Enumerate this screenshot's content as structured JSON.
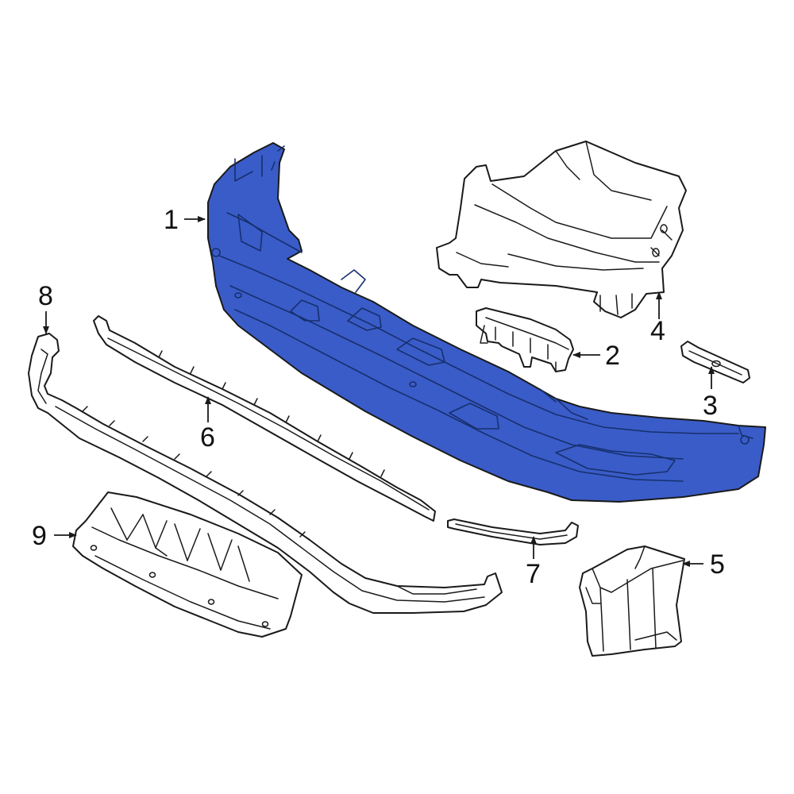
{
  "diagram": {
    "highlight_color": "#3a5cc8",
    "callouts": [
      {
        "id": "1",
        "label": "1",
        "part": "bumper-cover"
      },
      {
        "id": "2",
        "label": "2",
        "part": "mounting-bracket"
      },
      {
        "id": "3",
        "label": "3",
        "part": "retainer-clip"
      },
      {
        "id": "4",
        "label": "4",
        "part": "side-bracket"
      },
      {
        "id": "5",
        "label": "5",
        "part": "corner-bracket"
      },
      {
        "id": "6",
        "label": "6",
        "part": "upper-trim-strip"
      },
      {
        "id": "7",
        "label": "7",
        "part": "short-trim-strip"
      },
      {
        "id": "8",
        "label": "8",
        "part": "lower-valance-molding"
      },
      {
        "id": "9",
        "label": "9",
        "part": "skid-plate"
      }
    ]
  }
}
